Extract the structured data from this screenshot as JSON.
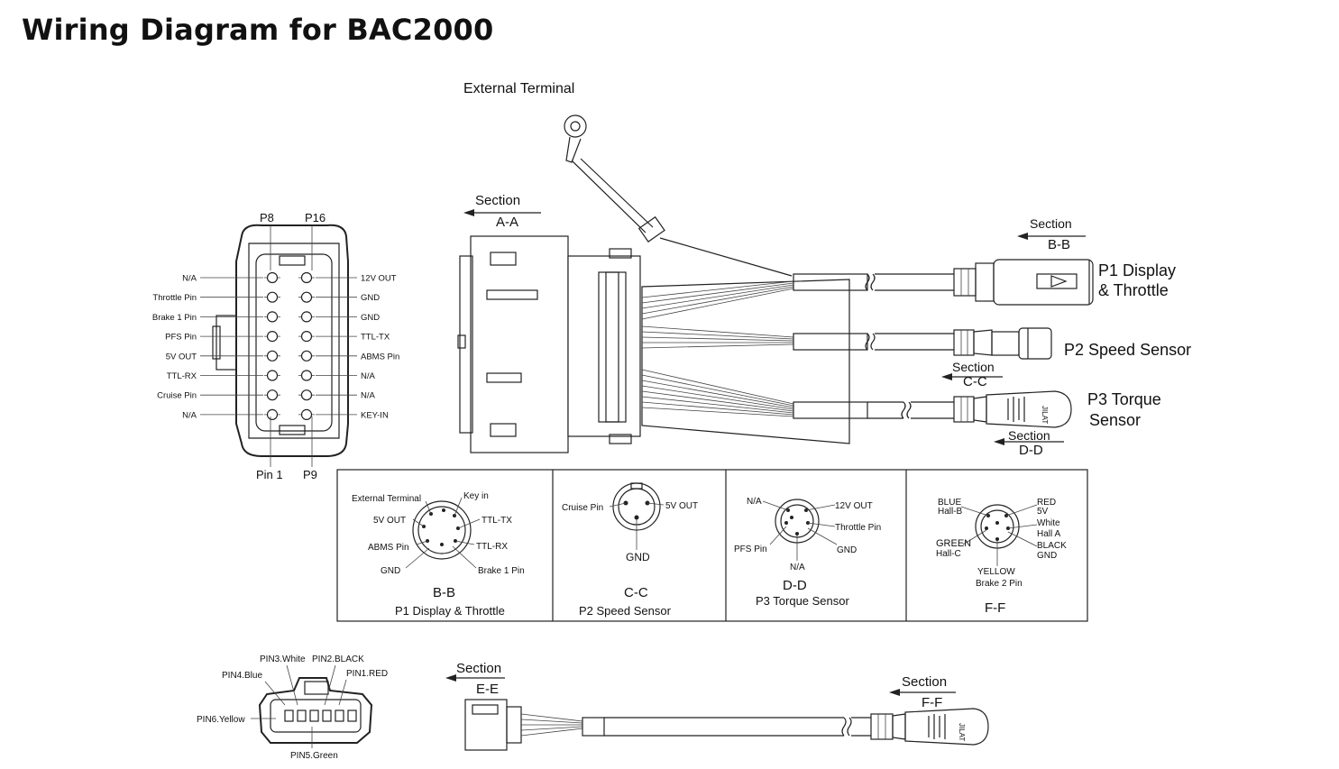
{
  "title": "Wiring Diagram for BAC2000",
  "external_terminal": "External Terminal",
  "sections": {
    "a": {
      "word": "Section",
      "id": "A-A"
    },
    "b": {
      "word": "Section",
      "id": "B-B"
    },
    "c": {
      "word": "Section",
      "id": "C-C"
    },
    "d": {
      "word": "Section",
      "id": "D-D"
    },
    "e": {
      "word": "Section",
      "id": "E-E"
    },
    "f": {
      "word": "Section",
      "id": "F-F"
    }
  },
  "main_connector": {
    "top_left": "P8",
    "top_right": "P16",
    "bottom_left": "Pin 1",
    "bottom_right": "P9",
    "left_pins": [
      "N/A",
      "Throttle Pin",
      "Brake 1 Pin",
      "PFS Pin",
      "5V OUT",
      "TTL-RX",
      "Cruise Pin",
      "N/A"
    ],
    "right_pins": [
      "12V OUT",
      "GND",
      "GND",
      "TTL-TX",
      "ABMS Pin",
      "N/A",
      "N/A",
      "KEY-IN"
    ]
  },
  "outputs": {
    "p1_line1": "P1 Display",
    "p1_line2": "& Throttle",
    "p2": "P2 Speed Sensor",
    "p3_line1": "P3 Torque",
    "p3_line2": "Sensor"
  },
  "panels": {
    "bb": {
      "labels": [
        "External Terminal",
        "Key in",
        "5V OUT",
        "TTL-TX",
        "ABMS Pin",
        "TTL-RX",
        "GND",
        "Brake 1 Pin"
      ],
      "id": "B-B",
      "caption": "P1 Display & Throttle"
    },
    "cc": {
      "labels": [
        "Cruise Pin",
        "5V OUT",
        "GND"
      ],
      "id": "C-C",
      "caption": "P2  Speed Sensor"
    },
    "dd": {
      "labels": [
        "N/A",
        "12V OUT",
        "Throttle Pin",
        "PFS Pin",
        "GND",
        "N/A"
      ],
      "id": "D-D",
      "caption": "P3 Torque Sensor"
    },
    "ff": {
      "labels": [
        "BLUE",
        "Hall-B",
        "RED",
        "5V",
        "White",
        "Hall A",
        "GREEN",
        "Hall-C",
        "BLACK",
        "GND",
        "YELLOW",
        "Brake 2 Pin"
      ],
      "id": "F-F"
    }
  },
  "ee_connector": {
    "labels": [
      "PIN3.White",
      "PIN2.BLACK",
      "PIN4.Blue",
      "PIN1.RED",
      "PIN6.Yellow",
      "PIN5.Green"
    ]
  },
  "connector_marking": "JILAT"
}
